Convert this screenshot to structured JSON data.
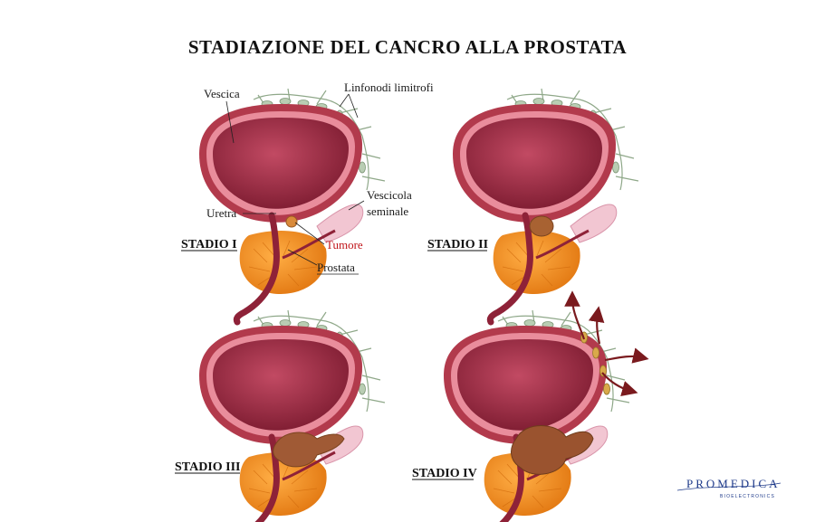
{
  "title": "STADIAZIONE DEL CANCRO ALLA PROSTATA",
  "labels": {
    "bladder": "Vescica",
    "lymph_nodes": "Linfonodi limitrofi",
    "seminal_vesicle_line1": "Vescicola",
    "seminal_vesicle_line2": "seminale",
    "urethra": "Uretra",
    "tumor": "Tumore",
    "prostate": "Prostata"
  },
  "stages": [
    {
      "id": "I",
      "label": "STADIO I"
    },
    {
      "id": "II",
      "label": "STADIO II"
    },
    {
      "id": "III",
      "label": "STADIO III"
    },
    {
      "id": "IV",
      "label": "STADIO IV"
    }
  ],
  "logo": {
    "name": "PROMEDICA",
    "subtitle": "BIOELECTRONICS"
  },
  "colors": {
    "bladder_outer": "#b23a4c",
    "bladder_rim": "#e98d9c",
    "bladder_inner": "#8e2238",
    "prostate": "#f08a1c",
    "tumor": "#a05a35",
    "seminal_vesicle": "#f2c6d2",
    "lymph_node": "#b9cdb3",
    "metastasis_arrow": "#7a1a1e"
  }
}
